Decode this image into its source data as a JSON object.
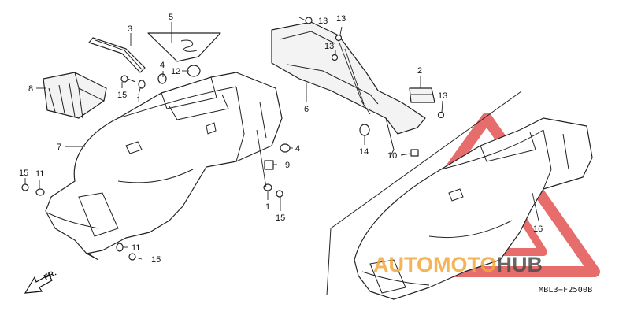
{
  "diagram_code": "MBL3−F2500B",
  "front_label": "FR.",
  "watermark": {
    "text_auto": "AUTO",
    "text_moto": "MOTO",
    "text_hub": "HUB",
    "color_orange": "#f2a93b",
    "color_grey": "#4d4d4d",
    "color_red": "#e03c3c"
  },
  "callouts": {
    "c1a": "1",
    "c1b": "1",
    "c2": "2",
    "c3": "3",
    "c4a": "4",
    "c4b": "4",
    "c5": "5",
    "c6": "6",
    "c7": "7",
    "c8": "8",
    "c9": "9",
    "c10": "10",
    "c11a": "11",
    "c11b": "11",
    "c12": "12",
    "c13a": "13",
    "c13b": "13",
    "c13c": "13",
    "c13d": "13",
    "c14": "14",
    "c15a": "15",
    "c15b": "15",
    "c15c": "15",
    "c15d": "15",
    "c16": "16"
  }
}
